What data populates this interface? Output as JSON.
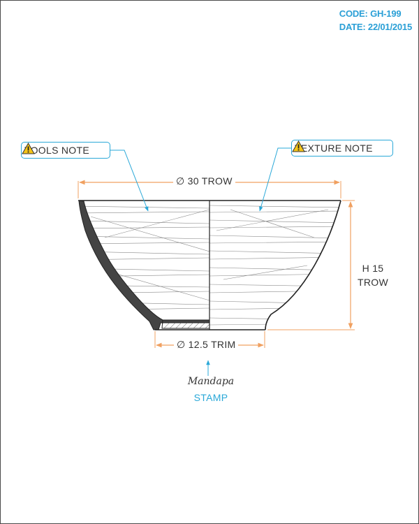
{
  "header": {
    "code": "CODE: GH-199",
    "date": "DATE: 22/01/2015"
  },
  "notes": {
    "tools": {
      "label": "TOOLS NOTE",
      "icon": "warning-icon"
    },
    "texture": {
      "label": "TEXTURE NOTE",
      "icon": "warning-icon"
    }
  },
  "dimensions": {
    "top_diameter": "∅ 30 TROW",
    "height": [
      "H 15",
      "TROW"
    ],
    "base_diameter": "∅ 12.5 TRIM"
  },
  "maker": {
    "logo_text": "Mandapa",
    "stamp_label": "STAMP"
  },
  "colors": {
    "accent_blue": "#2aa8d8",
    "dimension_orange": "#f0a060",
    "outline": "#333333"
  }
}
